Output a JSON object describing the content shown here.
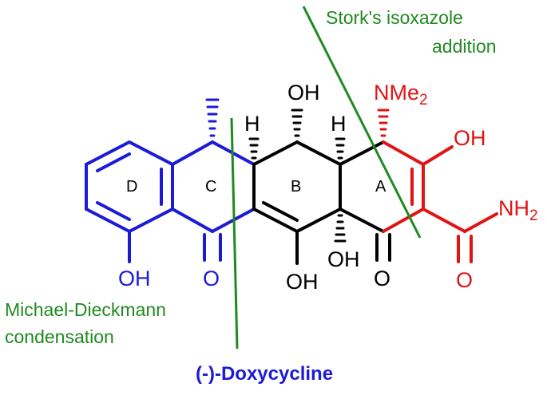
{
  "title": "(-)-Doxycycline",
  "annotations": {
    "stork_line1": "Stork's isoxazole",
    "stork_line2": "addition",
    "md_line1": "Michael-Dieckmann",
    "md_line2": "condensation"
  },
  "ring_labels": {
    "a": "A",
    "b": "B",
    "c": "C",
    "d": "D"
  },
  "atoms": {
    "oh_top": "OH",
    "h_left": "H",
    "h_right": "H",
    "nme2": "NMe",
    "nme2_sub": "2",
    "oh_right": "OH",
    "nh2": "NH",
    "nh2_sub": "2",
    "oh_d": "OH",
    "o_c": "O",
    "oh_b": "OH",
    "oh_junction": "OH",
    "o_a": "O",
    "o_amide": "O"
  },
  "colors": {
    "ring_d_c": "#1b1bd6",
    "ring_b": "#000000",
    "ring_a": "#e01414",
    "annotation": "#1f8a1f"
  }
}
